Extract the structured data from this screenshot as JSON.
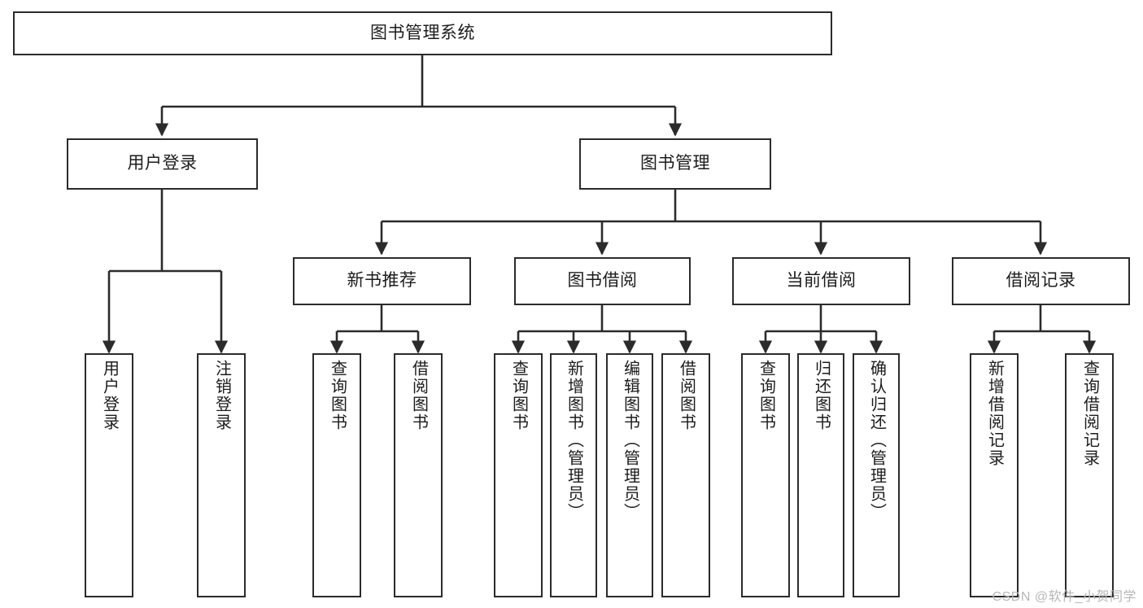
{
  "diagram": {
    "title": "图书管理系统",
    "type": "tree",
    "orientation": "top-down",
    "colors": {
      "box_border": "#2b2b2b",
      "box_fill": "#ffffff",
      "edge": "#2b2b2b",
      "text": "#1c1c1c",
      "watermark": "#b7b7b7",
      "background": "#ffffff"
    }
  },
  "watermark": {
    "text": "CSDN @软件_小贺同学"
  },
  "nodes": {
    "root": {
      "label": "图书管理系统"
    },
    "level2": [
      {
        "id": "user-login",
        "label": "用户登录"
      },
      {
        "id": "book-manage",
        "label": "图书管理"
      }
    ],
    "level3": [
      {
        "id": "new-book-rec",
        "label": "新书推荐"
      },
      {
        "id": "book-borrow",
        "label": "图书借阅"
      },
      {
        "id": "current-borrow",
        "label": "当前借阅"
      },
      {
        "id": "borrow-record",
        "label": "借阅记录"
      }
    ],
    "leaves": {
      "user-login": [
        {
          "id": "leaf-user-login",
          "label": "用户登录"
        },
        {
          "id": "leaf-logout",
          "label": "注销登录"
        }
      ],
      "new-book-rec": [
        {
          "id": "leaf-query-book-1",
          "label": "查询图书"
        },
        {
          "id": "leaf-borrow-book-1",
          "label": "借阅图书"
        }
      ],
      "book-borrow": [
        {
          "id": "leaf-query-book-2",
          "label": "查询图书"
        },
        {
          "id": "leaf-add-book",
          "label": "新增图书（管理员）"
        },
        {
          "id": "leaf-edit-book",
          "label": "编辑图书（管理员）"
        },
        {
          "id": "leaf-borrow-book-2",
          "label": "借阅图书"
        }
      ],
      "current-borrow": [
        {
          "id": "leaf-query-book-3",
          "label": "查询图书"
        },
        {
          "id": "leaf-return-book",
          "label": "归还图书"
        },
        {
          "id": "leaf-confirm-return",
          "label": "确认归还（管理员）"
        }
      ],
      "borrow-record": [
        {
          "id": "leaf-add-record",
          "label": "新增借阅记录"
        },
        {
          "id": "leaf-query-record",
          "label": "查询借阅记录"
        }
      ]
    }
  },
  "edges": [
    {
      "from": "图书管理系统",
      "to": "用户登录"
    },
    {
      "from": "图书管理系统",
      "to": "图书管理"
    },
    {
      "from": "用户登录",
      "to": "用户登录"
    },
    {
      "from": "用户登录",
      "to": "注销登录"
    },
    {
      "from": "图书管理",
      "to": "新书推荐"
    },
    {
      "from": "图书管理",
      "to": "图书借阅"
    },
    {
      "from": "图书管理",
      "to": "当前借阅"
    },
    {
      "from": "图书管理",
      "to": "借阅记录"
    },
    {
      "from": "新书推荐",
      "to": "查询图书"
    },
    {
      "from": "新书推荐",
      "to": "借阅图书"
    },
    {
      "from": "图书借阅",
      "to": "查询图书"
    },
    {
      "from": "图书借阅",
      "to": "新增图书（管理员）"
    },
    {
      "from": "图书借阅",
      "to": "编辑图书（管理员）"
    },
    {
      "from": "图书借阅",
      "to": "借阅图书"
    },
    {
      "from": "当前借阅",
      "to": "查询图书"
    },
    {
      "from": "当前借阅",
      "to": "归还图书"
    },
    {
      "from": "当前借阅",
      "to": "确认归还（管理员）"
    },
    {
      "from": "借阅记录",
      "to": "新增借阅记录"
    },
    {
      "from": "借阅记录",
      "to": "查询借阅记录"
    }
  ]
}
